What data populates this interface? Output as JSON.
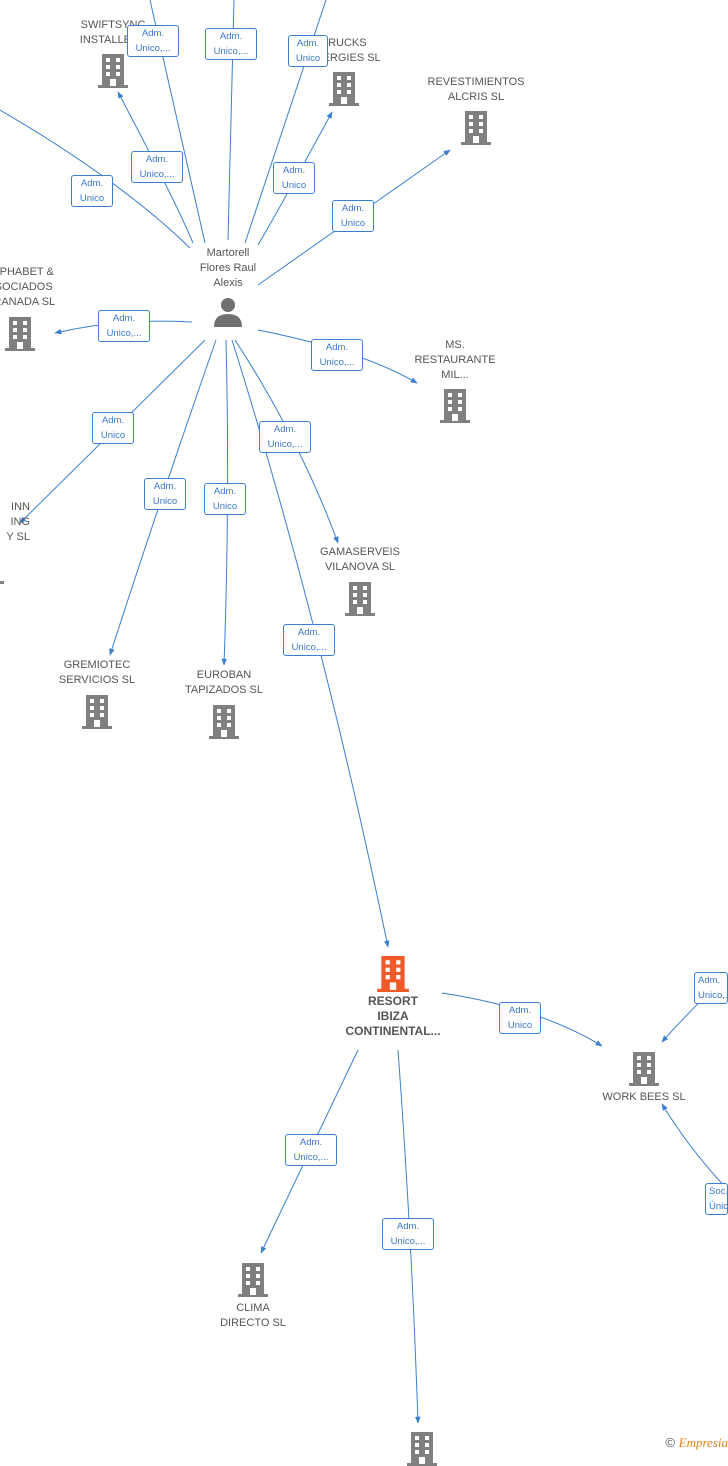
{
  "colors": {
    "edge": "#3a7fd0",
    "building": "#808080",
    "main_building": "#f05a28",
    "person": "#707070",
    "text": "#555555"
  },
  "person": {
    "label": [
      "Martorell",
      "Flores Raul",
      "Alexis"
    ],
    "icon": "person-icon"
  },
  "companies": {
    "swiftsyn": {
      "label": [
        "SWIFTSYNC",
        "INSTALLERS"
      ],
      "icon": "building-icon"
    },
    "trucks": {
      "label": [
        "TRUCKS",
        "ENERGIES SL"
      ],
      "icon": "building-icon"
    },
    "revestimientos": {
      "label": [
        "REVESTIMIENTOS",
        "ALCRIS SL"
      ],
      "icon": "building-icon"
    },
    "alphabet": {
      "label": [
        "ALPHABET &",
        "ASOCIADOS",
        "GRANADA SL"
      ],
      "icon": "building-icon"
    },
    "ms_restaurante": {
      "label": [
        "MS.",
        "RESTAURANTE",
        "MIL..."
      ],
      "icon": "building-icon"
    },
    "left_partial": {
      "label": [
        "INN",
        "ING",
        "Y SL"
      ],
      "icon": "building-icon"
    },
    "gamaserveis": {
      "label": [
        "GAMASERVEIS",
        "VILANOVA SL"
      ],
      "icon": "building-icon"
    },
    "gremiotec": {
      "label": [
        "GREMIOTEC",
        "SERVICIOS SL"
      ],
      "icon": "building-icon"
    },
    "euroban": {
      "label": [
        "EUROBAN",
        "TAPIZADOS SL"
      ],
      "icon": "building-icon"
    },
    "resort": {
      "label": [
        "RESORT",
        "IBIZA",
        "CONTINENTAL..."
      ],
      "icon": "building-icon"
    },
    "work_bees": {
      "label": [
        "WORK BEES SL"
      ],
      "icon": "building-icon"
    },
    "clima": {
      "label": [
        "CLIMA",
        "DIRECTO SL"
      ],
      "icon": "building-icon"
    },
    "bottom": {
      "label": [],
      "icon": "building-icon"
    }
  },
  "badges": {
    "b1": [
      "Adm.",
      "Unico,..."
    ],
    "b2": [
      "Adm.",
      "Unico,..."
    ],
    "b3": [
      "Adm.",
      "Unico"
    ],
    "b4": [
      "Adm.",
      "Unico,..."
    ],
    "b5": [
      "Adm.",
      "Unico"
    ],
    "b6": [
      "Adm.",
      "Unico"
    ],
    "b7": [
      "Adm.",
      "Unico"
    ],
    "b8": [
      "Adm.",
      "Unico,..."
    ],
    "b9": [
      "Adm.",
      "Unico,..."
    ],
    "b10": [
      "Adm.",
      "Unico"
    ],
    "b11": [
      "Adm.",
      "Unico,..."
    ],
    "b12": [
      "Adm.",
      "Unico"
    ],
    "b13": [
      "Adm.",
      "Unico"
    ],
    "b14": [
      "Adm.",
      "Unico,..."
    ],
    "b15": [
      "Adm.",
      "Unico"
    ],
    "b16": [
      "Adm.",
      "Unico,..."
    ],
    "b17": [
      "Adm.",
      "Unico,..."
    ],
    "b18": [
      "Adm.",
      "Unico,..."
    ],
    "b19": [
      "Soc.",
      "Único"
    ]
  },
  "footer": {
    "copyright": "©",
    "brand": "Empresia"
  }
}
